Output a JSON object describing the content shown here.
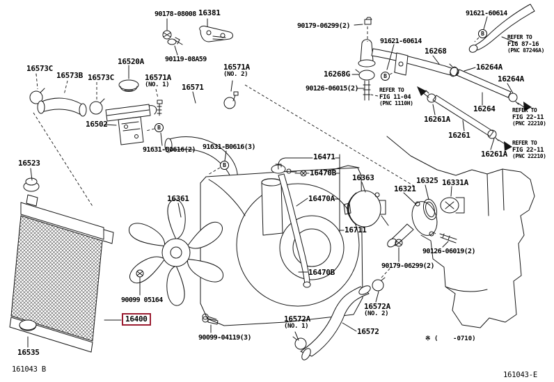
{
  "diagram": {
    "title": "Radiator & Water Outlet parts diagram",
    "selected_part": "16400",
    "highlight_color": "#9b1c31",
    "catalog_code_left": "161043 B",
    "catalog_code_right": "161043-E",
    "applicability_note": "※ (    -0710)"
  },
  "fastener_marks": [
    "B",
    "B",
    "B",
    "B"
  ],
  "labels": [
    {
      "text": "90178-08008"
    },
    {
      "text": "16381"
    },
    {
      "text": "90119-08A59"
    },
    {
      "text": "90179-06299(2)"
    },
    {
      "text": "91621-60614"
    },
    {
      "text": "91621-60614"
    },
    {
      "text": "16268"
    },
    {
      "text": "16264A"
    },
    {
      "text": "16268G"
    },
    {
      "text": "16264A"
    },
    {
      "text": "90126-06015(2)"
    },
    {
      "text": "16264"
    },
    {
      "text": "16261A"
    },
    {
      "text": "16261"
    },
    {
      "text": "16261A"
    },
    {
      "text": "16573C"
    },
    {
      "text": "16573B"
    },
    {
      "text": "16573C"
    },
    {
      "text": "16520A"
    },
    {
      "text": "16571A",
      "sub": "(NO. 1)"
    },
    {
      "text": "16571"
    },
    {
      "text": "16571A",
      "sub": "(NO. 2)"
    },
    {
      "text": "16502"
    },
    {
      "text": "91631-B0616(2)"
    },
    {
      "text": "91631-B0616(3)"
    },
    {
      "text": "16523"
    },
    {
      "text": "16361"
    },
    {
      "text": "16471"
    },
    {
      "text": "16470B"
    },
    {
      "text": "16470A"
    },
    {
      "text": "16363"
    },
    {
      "text": "16321"
    },
    {
      "text": "16325"
    },
    {
      "text": "16331A"
    },
    {
      "text": "16711"
    },
    {
      "text": "90126-06019(2)"
    },
    {
      "text": "90179-06299(2)"
    },
    {
      "text": "16470B"
    },
    {
      "text": "90099 05164"
    },
    {
      "text": "16400"
    },
    {
      "text": "90099-04119(3)"
    },
    {
      "text": "16572A",
      "sub": "(NO. 1)"
    },
    {
      "text": "16572A",
      "sub": "(NO. 2)"
    },
    {
      "text": "16572"
    },
    {
      "text": "16535"
    }
  ],
  "refer_notes": [
    {
      "line1": "REFER TO",
      "line2": "FIG 87-16",
      "line3": "(PNC 87246A)"
    },
    {
      "line1": "REFER TO",
      "line2": "FIG 11-04",
      "line3": "(PNC 1110H)"
    },
    {
      "line1": "REFER TO",
      "line2": "FIG 22-11",
      "line3": "(PNC 22210)"
    },
    {
      "line1": "REFER TO",
      "line2": "FIG 22-11",
      "line3": "(PNC 22210)"
    }
  ]
}
